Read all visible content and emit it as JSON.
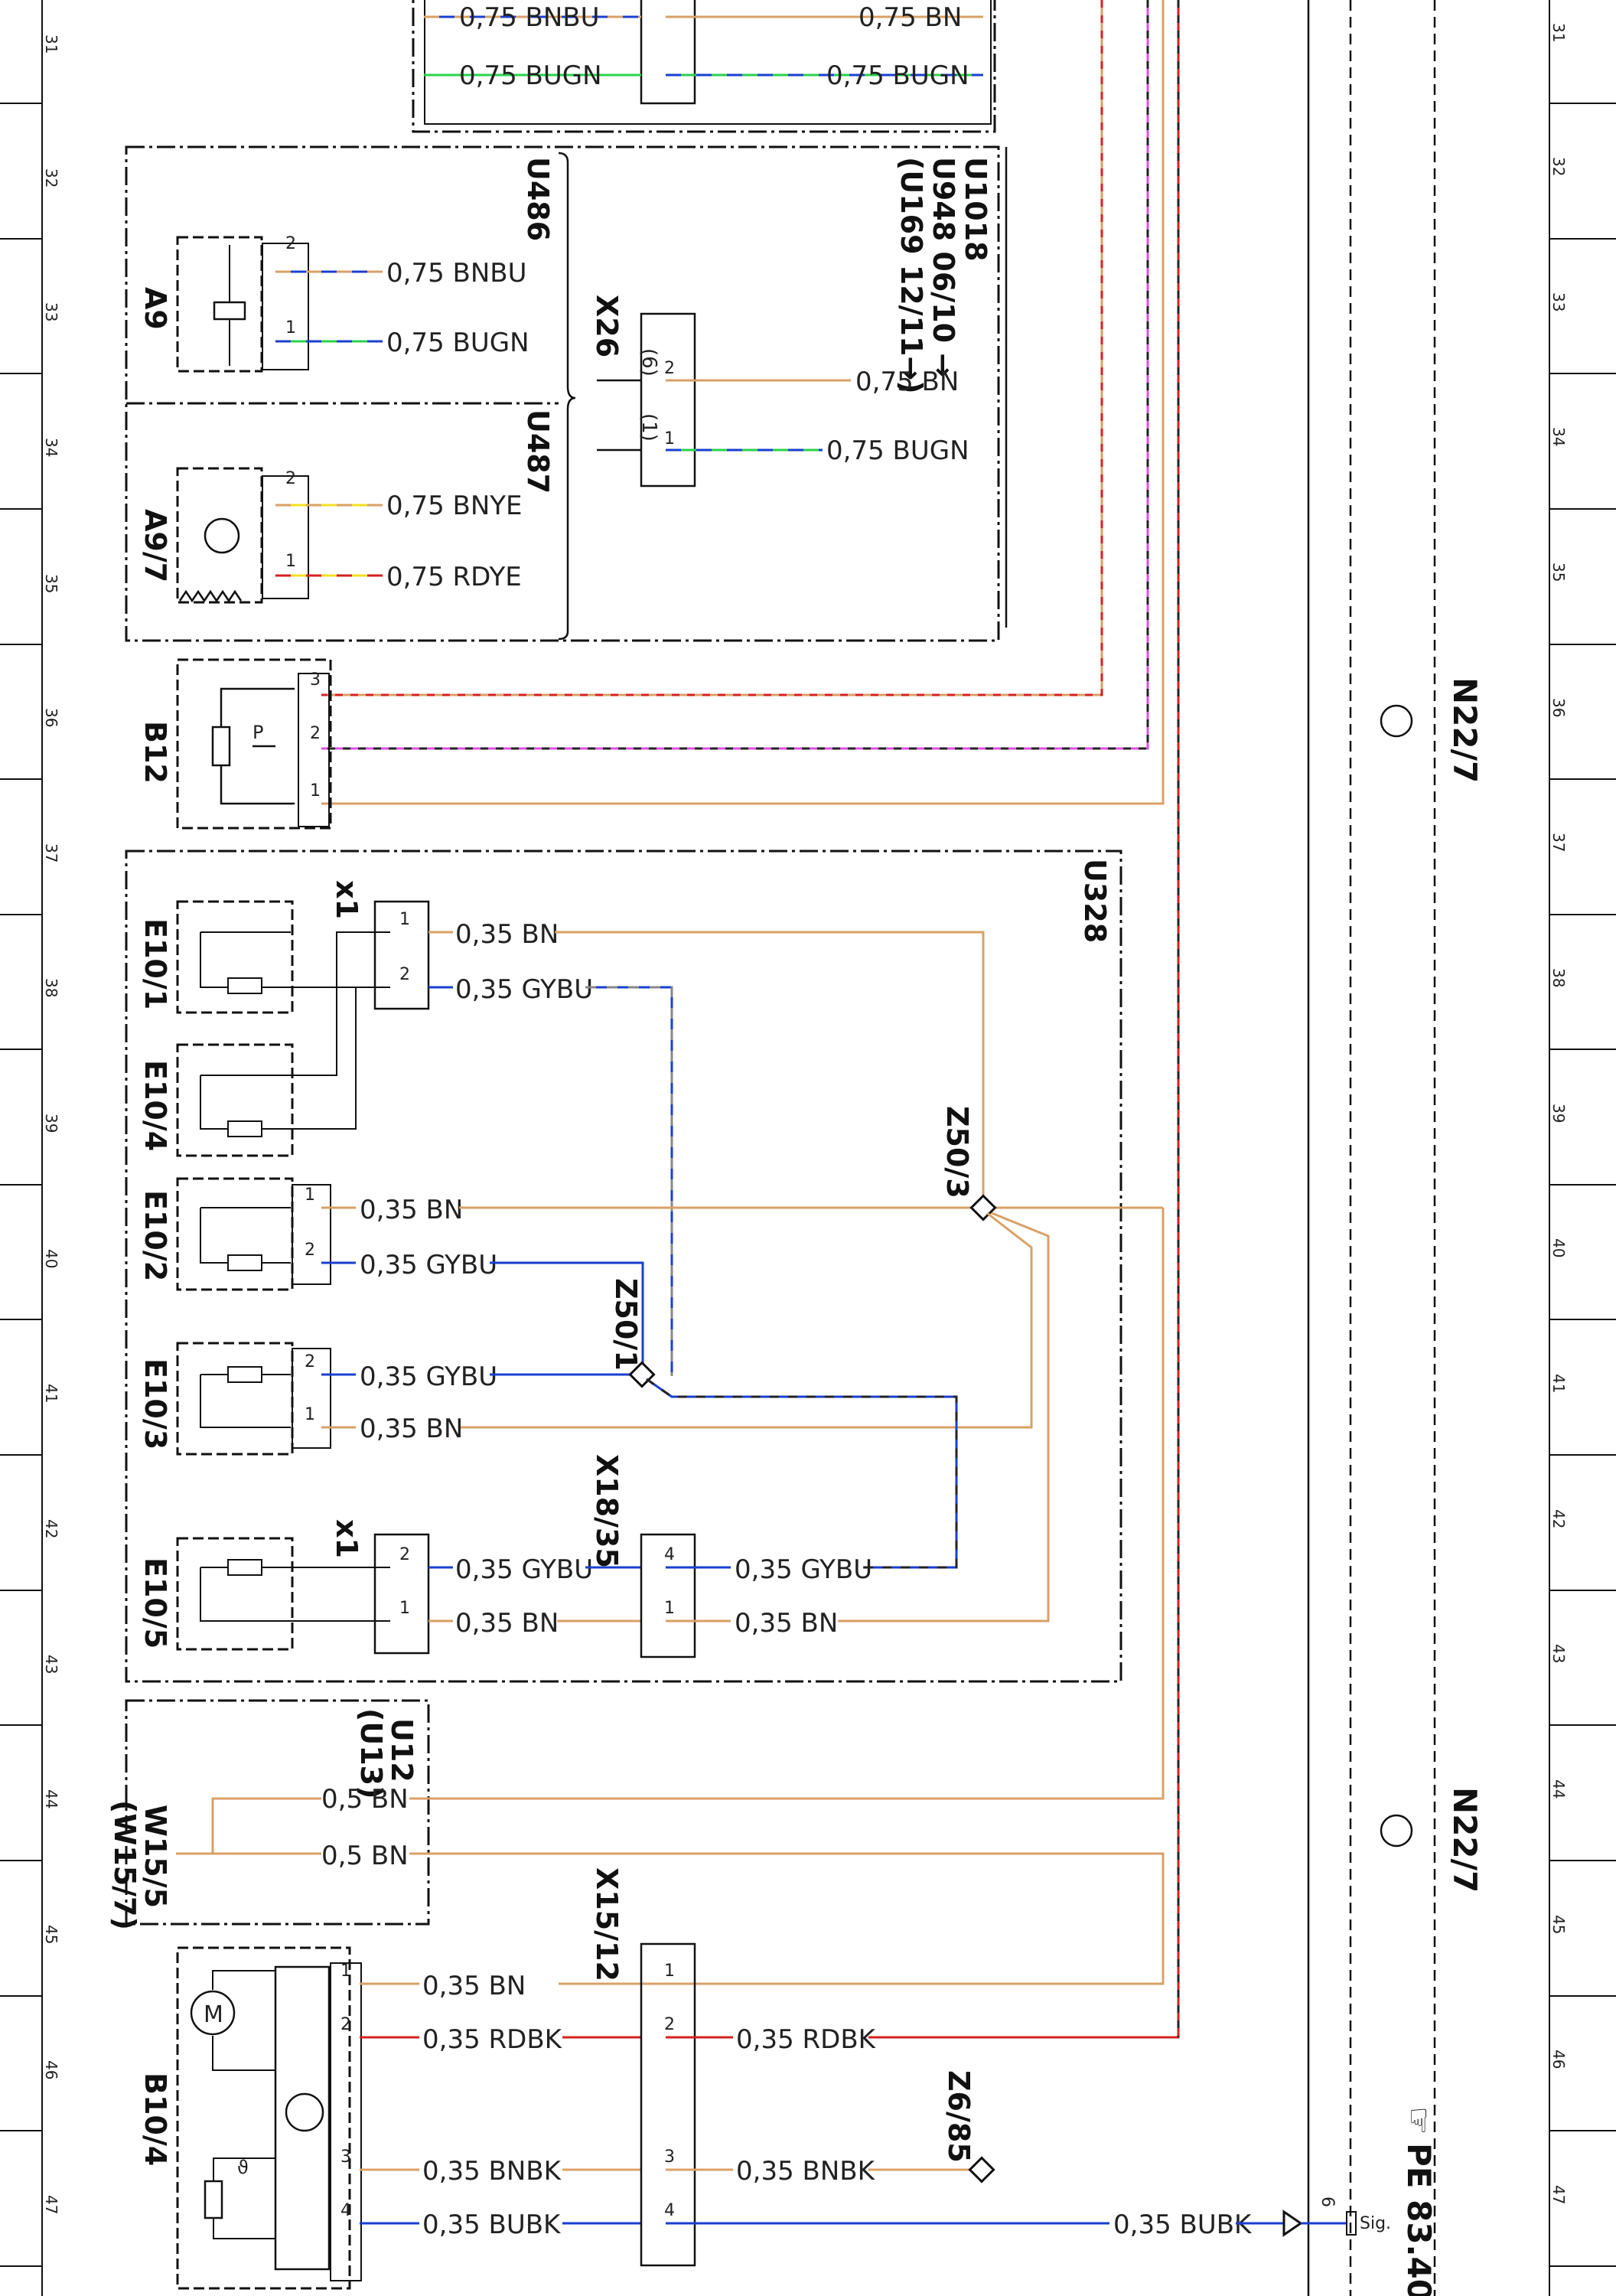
{
  "diagram": {
    "ruler_numbers": [
      "31",
      "32",
      "33",
      "34",
      "35",
      "36",
      "37",
      "38",
      "39",
      "40",
      "41",
      "42",
      "43",
      "44",
      "45",
      "46",
      "47"
    ],
    "components": {
      "A9": "A9",
      "A9_7": "A9/7",
      "U486": "U486",
      "U487": "U487",
      "U1018": "U1018",
      "U948": "U948 06/10 →",
      "U169": "(U169 12/11→)",
      "X26": "X26",
      "B12": "B12",
      "U328": "U328",
      "x1_top": "x1",
      "x1_bottom": "x1",
      "E10_1": "E10/1",
      "E10_4": "E10/4",
      "E10_2": "E10/2",
      "E10_3": "E10/3",
      "E10_5": "E10/5",
      "Z50_3": "Z50/3",
      "Z50_1": "Z50/1",
      "X18_35": "X18/35",
      "U12": "U12",
      "U13": "(U13)",
      "W15_5": "W15/5",
      "W15_7": "(W15/7)",
      "X15_12": "X15/12",
      "B10_4": "B10/4",
      "Z6_85": "Z6/85",
      "N22_7_a": "N22/7",
      "N22_7_b": "N22/7",
      "PE": "PE 83.40-",
      "sig": "Sig.",
      "pin_6": "6",
      "pin_r": "P",
      "theta": "ϑ"
    },
    "wires": {
      "w_top_bnbu": "0,75 BNBU",
      "w_top_bn": "0,75 BN",
      "w_top_bugn_l": "0,75 BUGN",
      "w_top_bugn_r": "0,75 BUGN",
      "w_a9_bnbu": "0,75 BNBU",
      "w_a9_bugn": "0,75 BUGN",
      "w_x26_bn": "0,75 BN",
      "w_x26_bugn": "0,75 BUGN",
      "w_a97_bnye": "0,75 BNYE",
      "w_a97_rdye": "0,75 RDYE",
      "w_x1_bn": "0,35 BN",
      "w_x1_gybu": "0,35 GYBU",
      "w_e102_bn": "0,35 BN",
      "w_e102_gybu": "0,35 GYBU",
      "w_e103_gybu": "0,35 GYBU",
      "w_e103_bn": "0,35 BN",
      "w_e105_gybu": "0,35 GYBU",
      "w_e105_bn": "0,35 BN",
      "w_x18_gybu": "0,35 GYBU",
      "w_x18_bn": "0,35 BN",
      "w_u12_bn1": "0,5 BN",
      "w_u12_bn2": "0,5 BN",
      "w_b104_bn": "0,35 BN",
      "w_b104_rdbk": "0,35 RDBK",
      "w_x15_rdbk": "0,35 RDBK",
      "w_b104_bnbk": "0,35 BNBK",
      "w_x15_bnbk": "0,35 BNBK",
      "w_b104_bubk": "0,35 BUBK",
      "w_x15_bubk": "0,35 BUBK"
    },
    "pins": {
      "p1": "1",
      "p2": "2",
      "p3": "3",
      "p4": "4",
      "p6p": "(6)",
      "p1p": "(1)"
    }
  }
}
